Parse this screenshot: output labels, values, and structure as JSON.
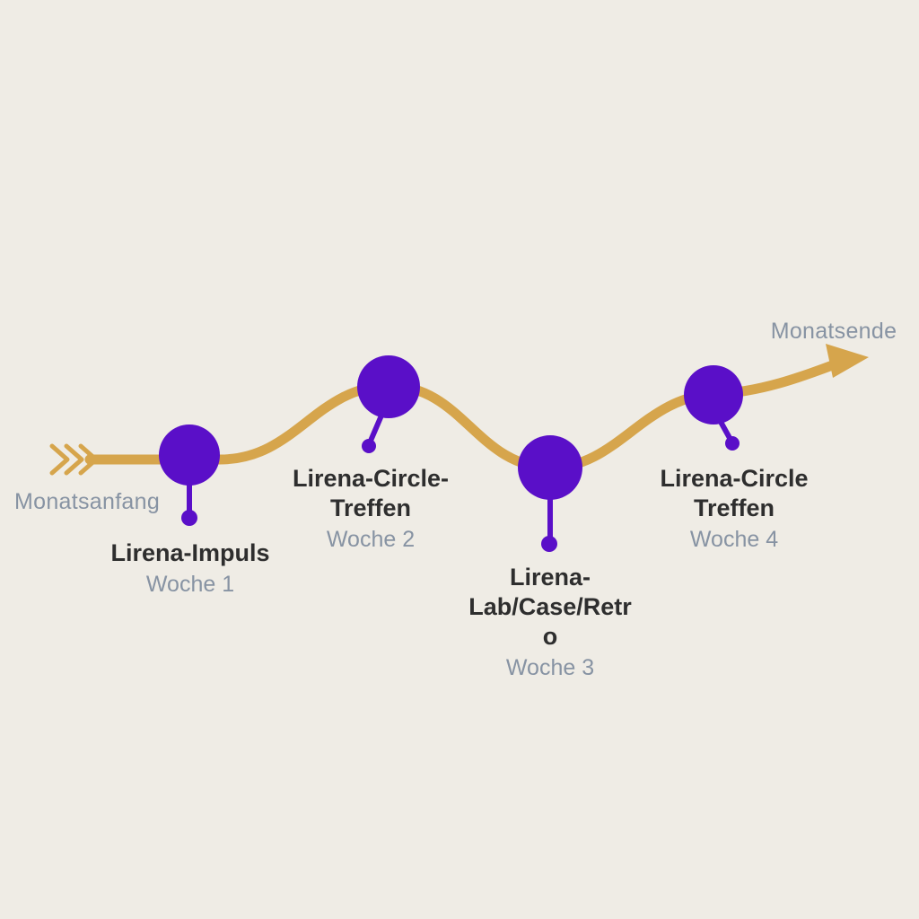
{
  "diagram": {
    "start_label": "Monatsanfang",
    "end_label": "Monatsende",
    "colors": {
      "background": "#efece5",
      "line": "#d6a54c",
      "node": "#5a0fc8",
      "title_text": "#2e2e2e",
      "muted_text": "#8793a3"
    },
    "events": [
      {
        "title": "Lirena-Impuls",
        "week": "Woche 1"
      },
      {
        "title": "Lirena-Circle-Treffen",
        "week": "Woche 2"
      },
      {
        "title": "Lirena-Lab/Case/Retro",
        "week": "Woche 3"
      },
      {
        "title": "Lirena-Circle Treffen",
        "week": "Woche 4"
      }
    ]
  }
}
